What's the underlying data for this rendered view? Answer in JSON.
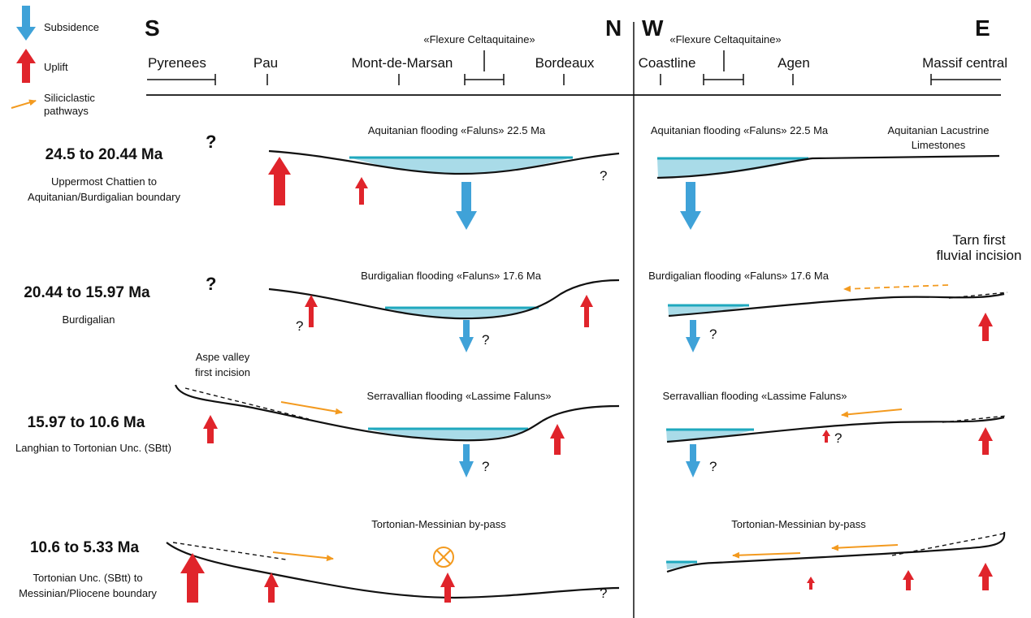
{
  "legend": {
    "subsidence": "Subsidence",
    "uplift": "Uplift",
    "siliciclastic_line1": "Siliciclastic",
    "siliciclastic_line2": "pathways",
    "colors": {
      "subsidence": "#3fa2d8",
      "uplift": "#e0242b",
      "siliciclastic": "#f39a1f",
      "water": "#5bc0d8",
      "water_fill": "#a9dbe8"
    }
  },
  "header": {
    "left_start": "S",
    "left_end": "N",
    "right_start": "W",
    "right_end": "E",
    "flexure_left": "«Flexure Celtaquitaine»",
    "flexure_right": "«Flexure Celtaquitaine»",
    "locations_left": [
      "Pyrenees",
      "Pau",
      "Mont-de-Marsan",
      "Bordeaux"
    ],
    "locations_right": [
      "Coastline",
      "Agen",
      "Massif central"
    ]
  },
  "rows": [
    {
      "age": "24.5 to 20.44 Ma",
      "sub_line1": "Uppermost Chattien to",
      "sub_line2": "Aquitanian/Burdigalian boundary",
      "left_caption": "Aquitanian flooding «Faluns» 22.5 Ma",
      "right_caption": "Aquitanian flooding «Faluns» 22.5 Ma",
      "right_note_line1": "Aquitanian Lacustrine",
      "right_note_line2": "Limestones"
    },
    {
      "age": "20.44  to 15.97 Ma",
      "sub_line1": "Burdigalian",
      "left_caption": "Burdigalian flooding «Faluns» 17.6 Ma",
      "right_caption": "Burdigalian flooding «Faluns» 17.6 Ma",
      "right_note_line1": "Tarn first",
      "right_note_line2": "fluvial incision"
    },
    {
      "age": "15.97  to 10.6 Ma",
      "sub_line1": "Langhian to Tortonian Unc. (SBtt)",
      "left_caption": "Serravallian flooding «Lassime Faluns»",
      "right_caption": "Serravallian flooding «Lassime Faluns»",
      "left_note_line1": "Aspe valley",
      "left_note_line2": "first incision"
    },
    {
      "age": "10.6 to 5.33 Ma",
      "sub_line1": "Tortonian Unc. (SBtt) to",
      "sub_line2": "Messinian/Pliocene boundary",
      "left_caption": "Tortonian-Messinian by-pass",
      "right_caption": "Tortonian-Messinian by-pass"
    }
  ],
  "marks": {
    "question": "?"
  }
}
